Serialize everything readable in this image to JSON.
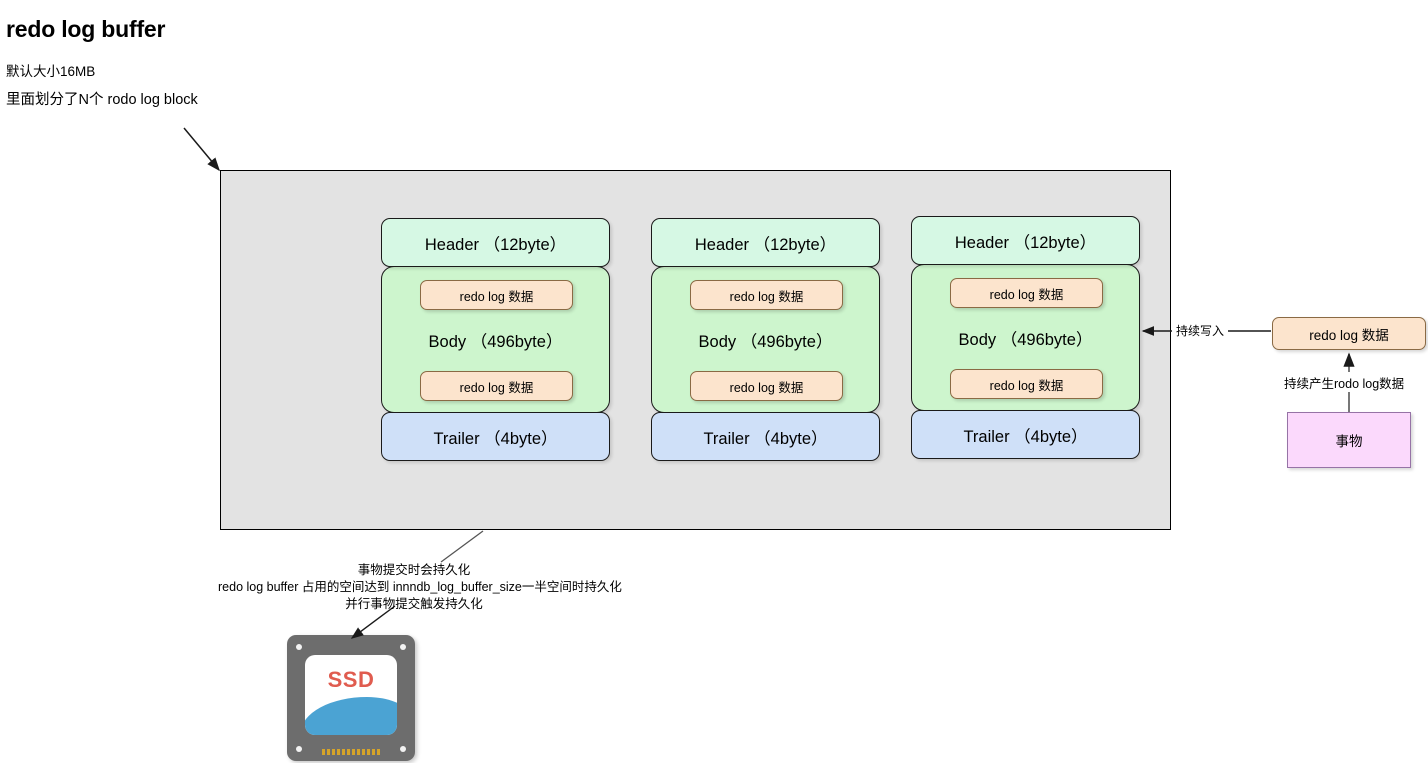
{
  "page": {
    "title": "redo log buffer",
    "subtitle_1": "默认大小16MB",
    "subtitle_2": "里面划分了N个 rodo log block"
  },
  "buffer": {
    "name": "redo log buffer container",
    "blocks": [
      {
        "header_label": "Header （12byte）",
        "body_label": "Body （496byte）",
        "data_chip_top": "redo log 数据",
        "data_chip_bottom": "redo log 数据",
        "trailer_label": "Trailer （4byte）"
      },
      {
        "header_label": "Header （12byte）",
        "body_label": "Body （496byte）",
        "data_chip_top": "redo log 数据",
        "data_chip_bottom": "redo log 数据",
        "trailer_label": "Trailer （4byte）"
      },
      {
        "header_label": "Header （12byte）",
        "body_label": "Body （496byte）",
        "data_chip_top": "redo log 数据",
        "data_chip_bottom": "redo log 数据",
        "trailer_label": "Trailer （4byte）"
      }
    ]
  },
  "right_side": {
    "write_arrow_label": "持续写入",
    "incoming_data_label": "redo log 数据",
    "produce_arrow_label": "持续产生rodo log数据",
    "transaction_label": "事物"
  },
  "persist_note": {
    "line_1": "事物提交时会持久化",
    "line_2": "redo log buffer 占用的空间达到  innndb_log_buffer_size一半空间时持久化",
    "line_3": "并行事物提交触发持久化"
  },
  "ssd": {
    "label": "SSD",
    "pin_count": 12
  },
  "colors": {
    "container_bg": "#e3e3e3",
    "header_bg": "#d6f8e4",
    "body_bg": "#cdf5cd",
    "trailer_bg": "#cfe0f8",
    "data_chip_bg": "#fce4cd",
    "transaction_bg": "#fbd9fc",
    "transaction_border": "#9673a6",
    "ssd_body": "#6d6d6d",
    "ssd_text": "#e05c4f",
    "ssd_wave": "#4ba3d3",
    "ssd_pin": "#d6a429"
  }
}
